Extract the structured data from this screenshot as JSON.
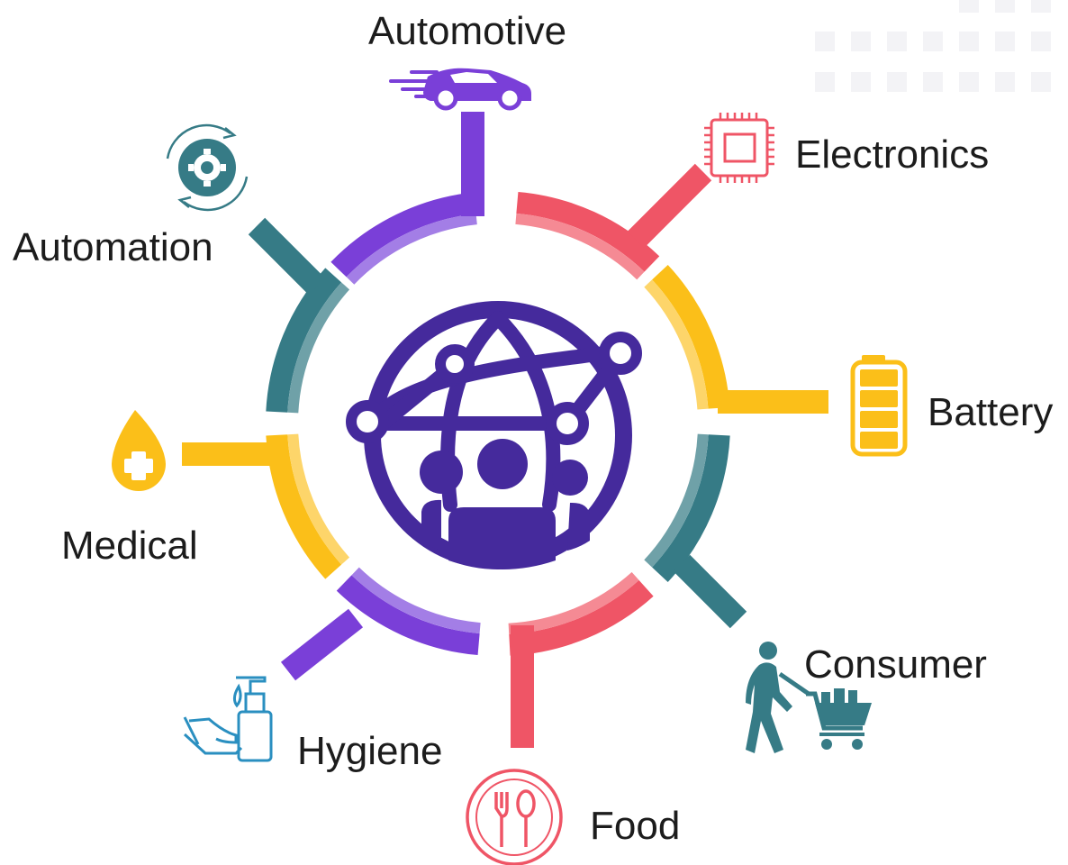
{
  "diagram": {
    "sectors": [
      {
        "id": "automotive",
        "label": "Automotive",
        "icon": "car-icon",
        "color": "#7a3fd8"
      },
      {
        "id": "electronics",
        "label": "Electronics",
        "icon": "chip-icon",
        "color": "#ef5566"
      },
      {
        "id": "battery",
        "label": "Battery",
        "icon": "battery-icon",
        "color": "#fbbf19"
      },
      {
        "id": "consumer",
        "label": "Consumer",
        "icon": "shopping-cart-person-icon",
        "color": "#367b86"
      },
      {
        "id": "food",
        "label": "Food",
        "icon": "fork-spoon-icon",
        "color": "#ef5566"
      },
      {
        "id": "hygiene",
        "label": "Hygiene",
        "icon": "hand-sanitizer-icon",
        "color": "#7a3fd8"
      },
      {
        "id": "medical",
        "label": "Medical",
        "icon": "medical-drop-icon",
        "color": "#fbbf19"
      },
      {
        "id": "automation",
        "label": "Automation",
        "icon": "gear-cycle-icon",
        "color": "#367b86"
      }
    ],
    "center_icon": "globe-network-people-icon",
    "center_color": "#452a9c"
  }
}
